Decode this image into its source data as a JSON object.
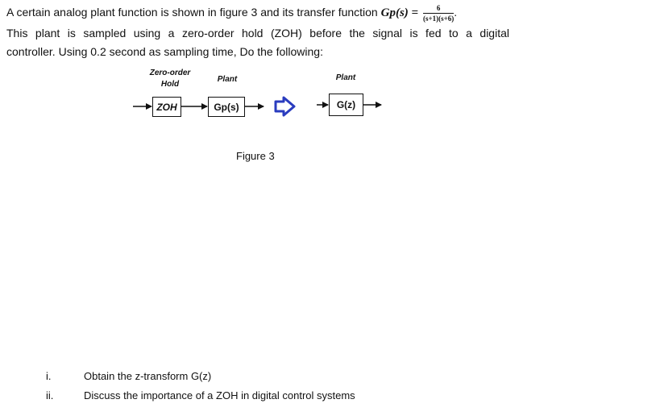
{
  "problem": {
    "line1_text": "A certain analog plant function is shown in figure 3 and its transfer function",
    "tf_lhs": "Gp(s) =",
    "tf_numerator": "6",
    "tf_denominator": "(s+1)(s+6)",
    "tf_end": ".",
    "line2": "This plant is sampled using a zero-order hold (ZOH) before the signal is fed to a digital",
    "line3": "controller. Using 0.2 second as sampling time, Do the following:"
  },
  "figure": {
    "zoh_label_line1": "Zero-order",
    "zoh_label_line2": "Hold",
    "plant_label_left": "Plant",
    "plant_label_right": "Plant",
    "zoh_box": "ZOH",
    "gp_box": "Gp(s)",
    "gz_box": "G(z)",
    "caption": "Figure 3"
  },
  "tasks": [
    {
      "num": "i.",
      "text": "Obtain the z-transform G(z)"
    },
    {
      "num": "ii.",
      "text": "Discuss the importance of a ZOH in digital control systems"
    }
  ]
}
